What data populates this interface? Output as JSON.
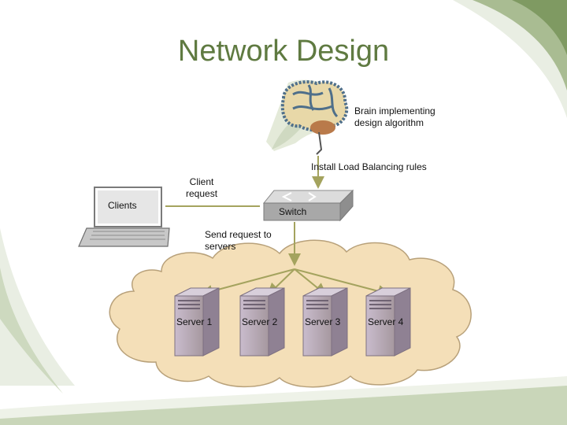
{
  "slide": {
    "title": "Network Design"
  },
  "labels": {
    "brain": [
      "Brain implementing",
      "design algorithm"
    ],
    "install_rules": "Install Load Balancing rules",
    "client_request": [
      "Client",
      "request"
    ],
    "clients": "Clients",
    "switch": "Switch",
    "send_request": [
      "Send request to",
      "servers"
    ]
  },
  "servers": [
    "Server 1",
    "Server 2",
    "Server 3",
    "Server 4"
  ],
  "colors": {
    "accent_green": "#8aa66b",
    "title_green": "#5f7a41",
    "arrow_olive": "#a4a35e",
    "cloud_fill": "#f4dfb8",
    "cloud_stroke": "#b8a17a",
    "server_fill": "#b2a3b6"
  },
  "icons": [
    "brain-icon",
    "laptop-icon",
    "switch-icon",
    "server-icon",
    "cloud-icon"
  ]
}
